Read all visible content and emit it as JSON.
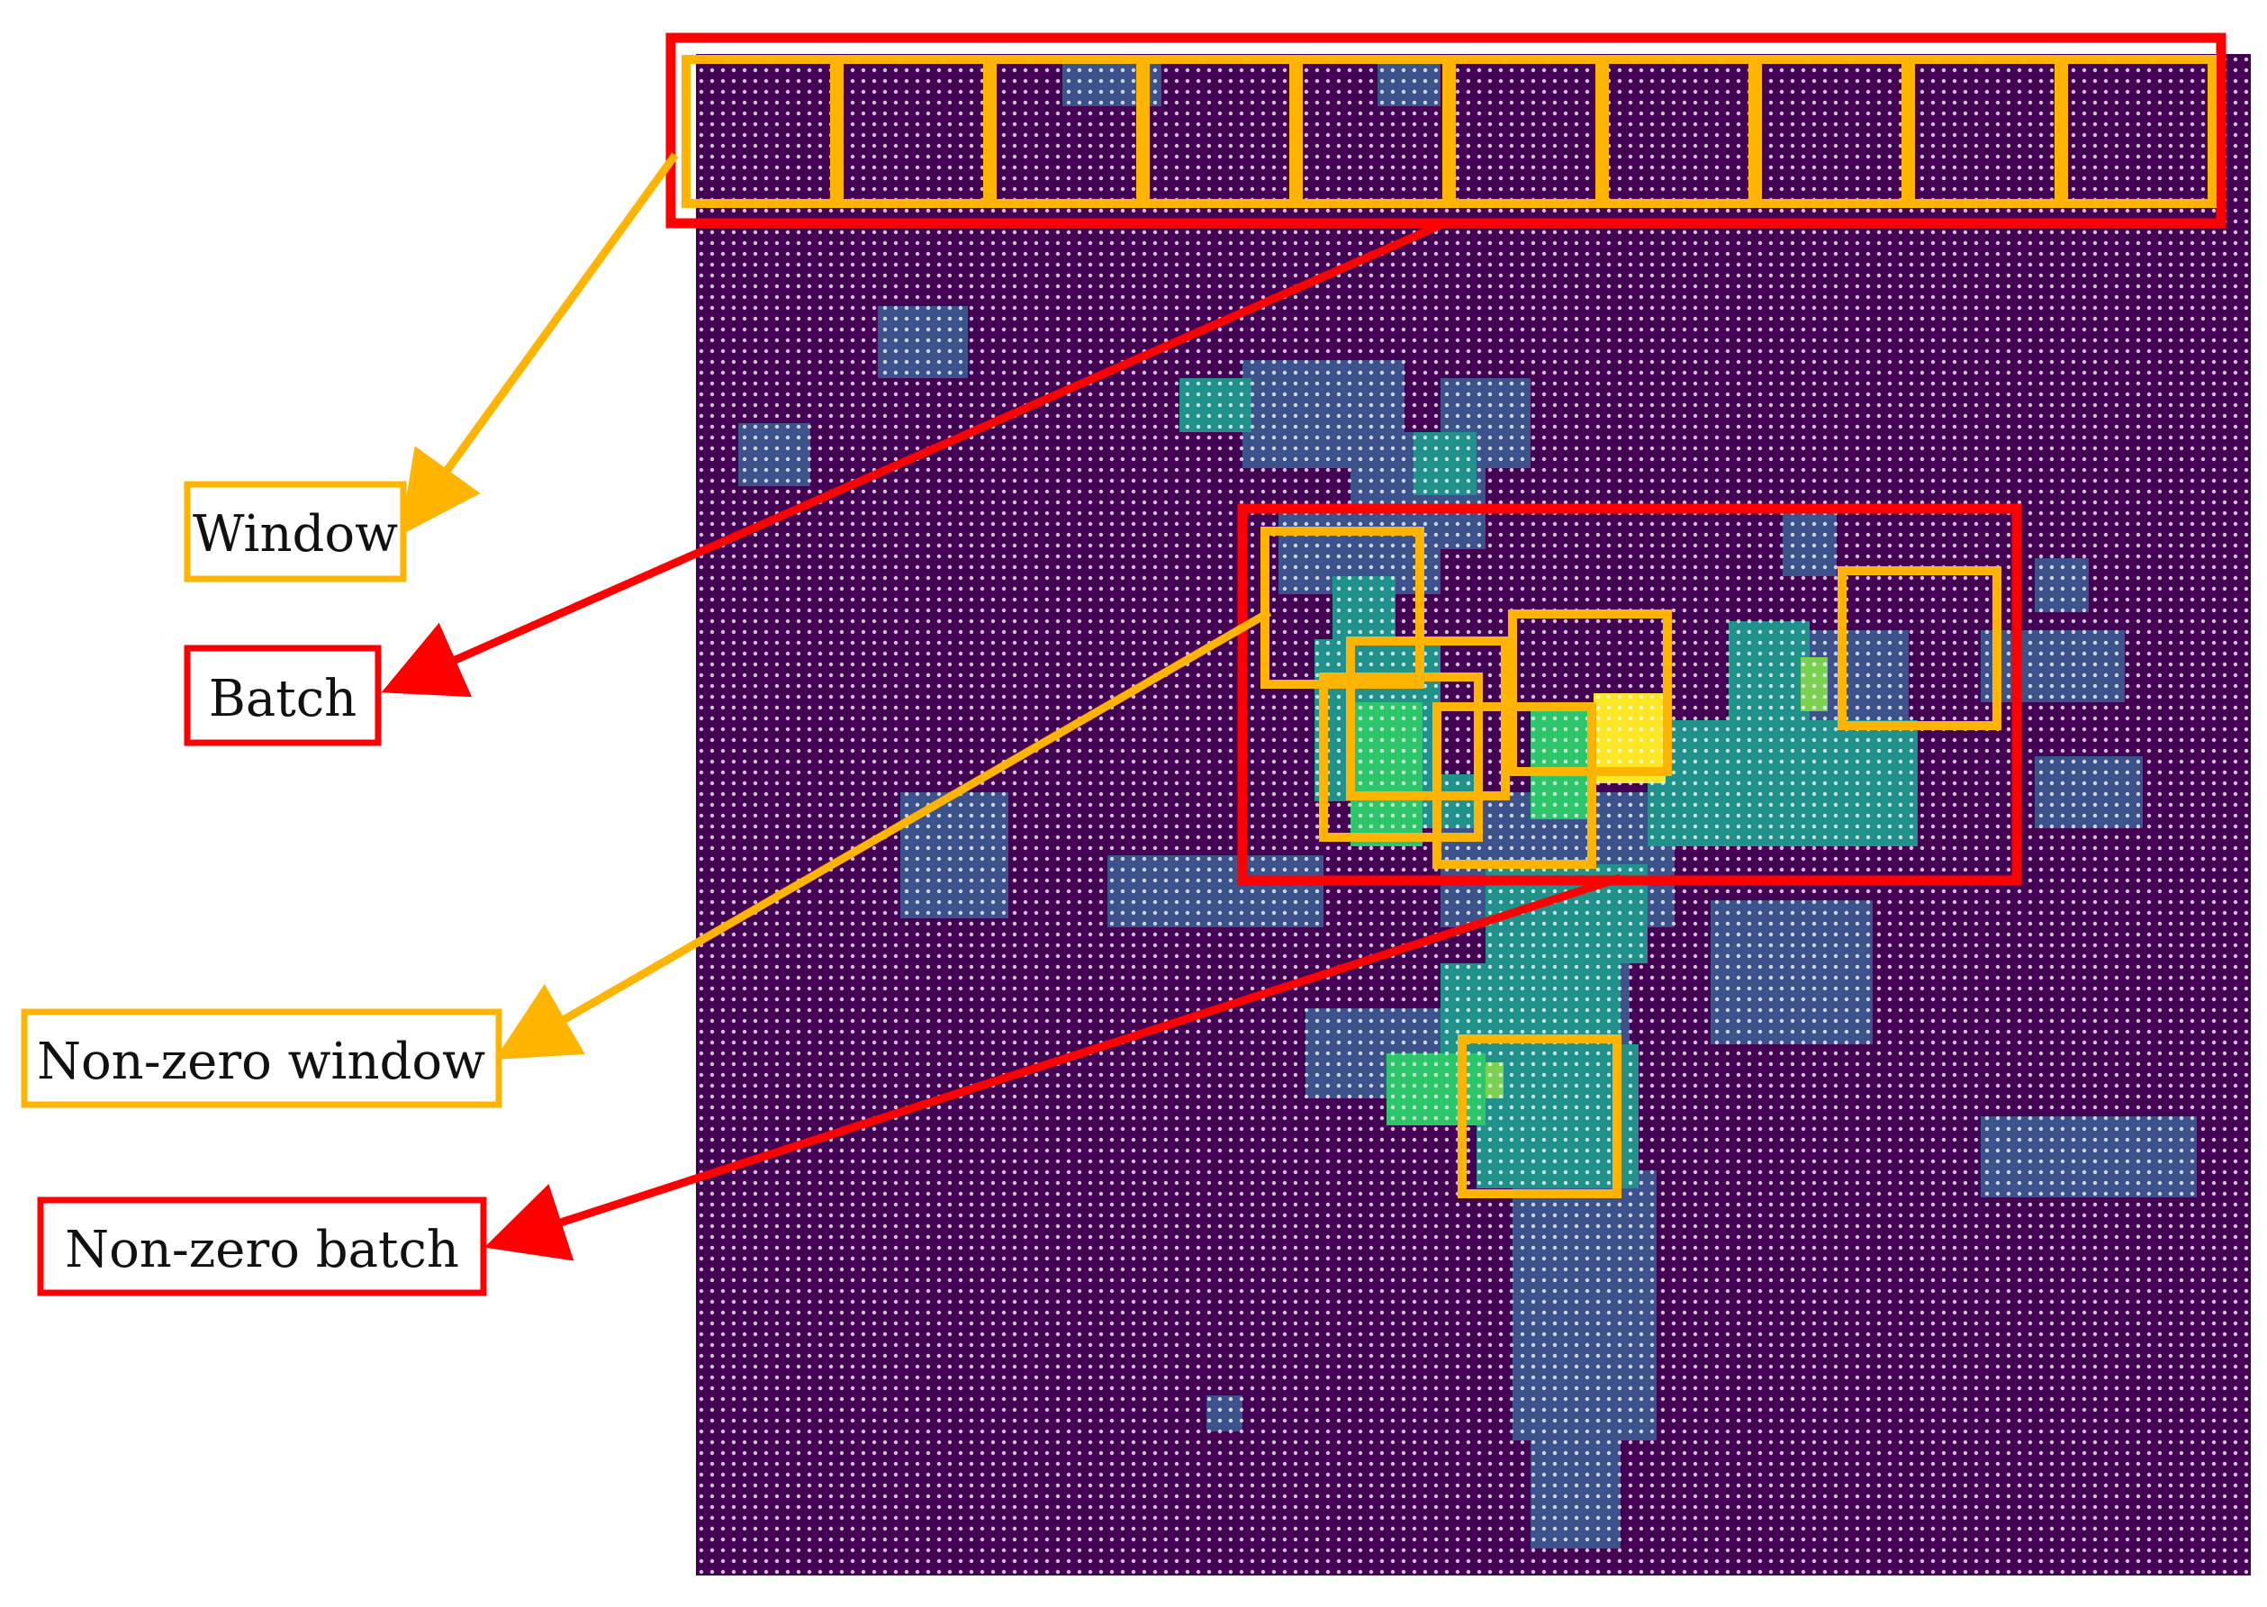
{
  "colors": {
    "background_cell": "#440154",
    "dot": "#ffffff",
    "window": "#FFB400",
    "batch": "#FF0000",
    "viridis_1": "#3b528b",
    "viridis_2": "#21918c",
    "viridis_3": "#1fa187",
    "viridis_4": "#2ec66a",
    "viridis_5": "#7ad151",
    "viridis_6": "#fde725"
  },
  "labels": {
    "window": "Window",
    "batch": "Batch",
    "nonzero_window": "Non-zero window",
    "nonzero_batch": "Non-zero batch"
  },
  "icons": {
    "arrow": "arrow-icon"
  }
}
